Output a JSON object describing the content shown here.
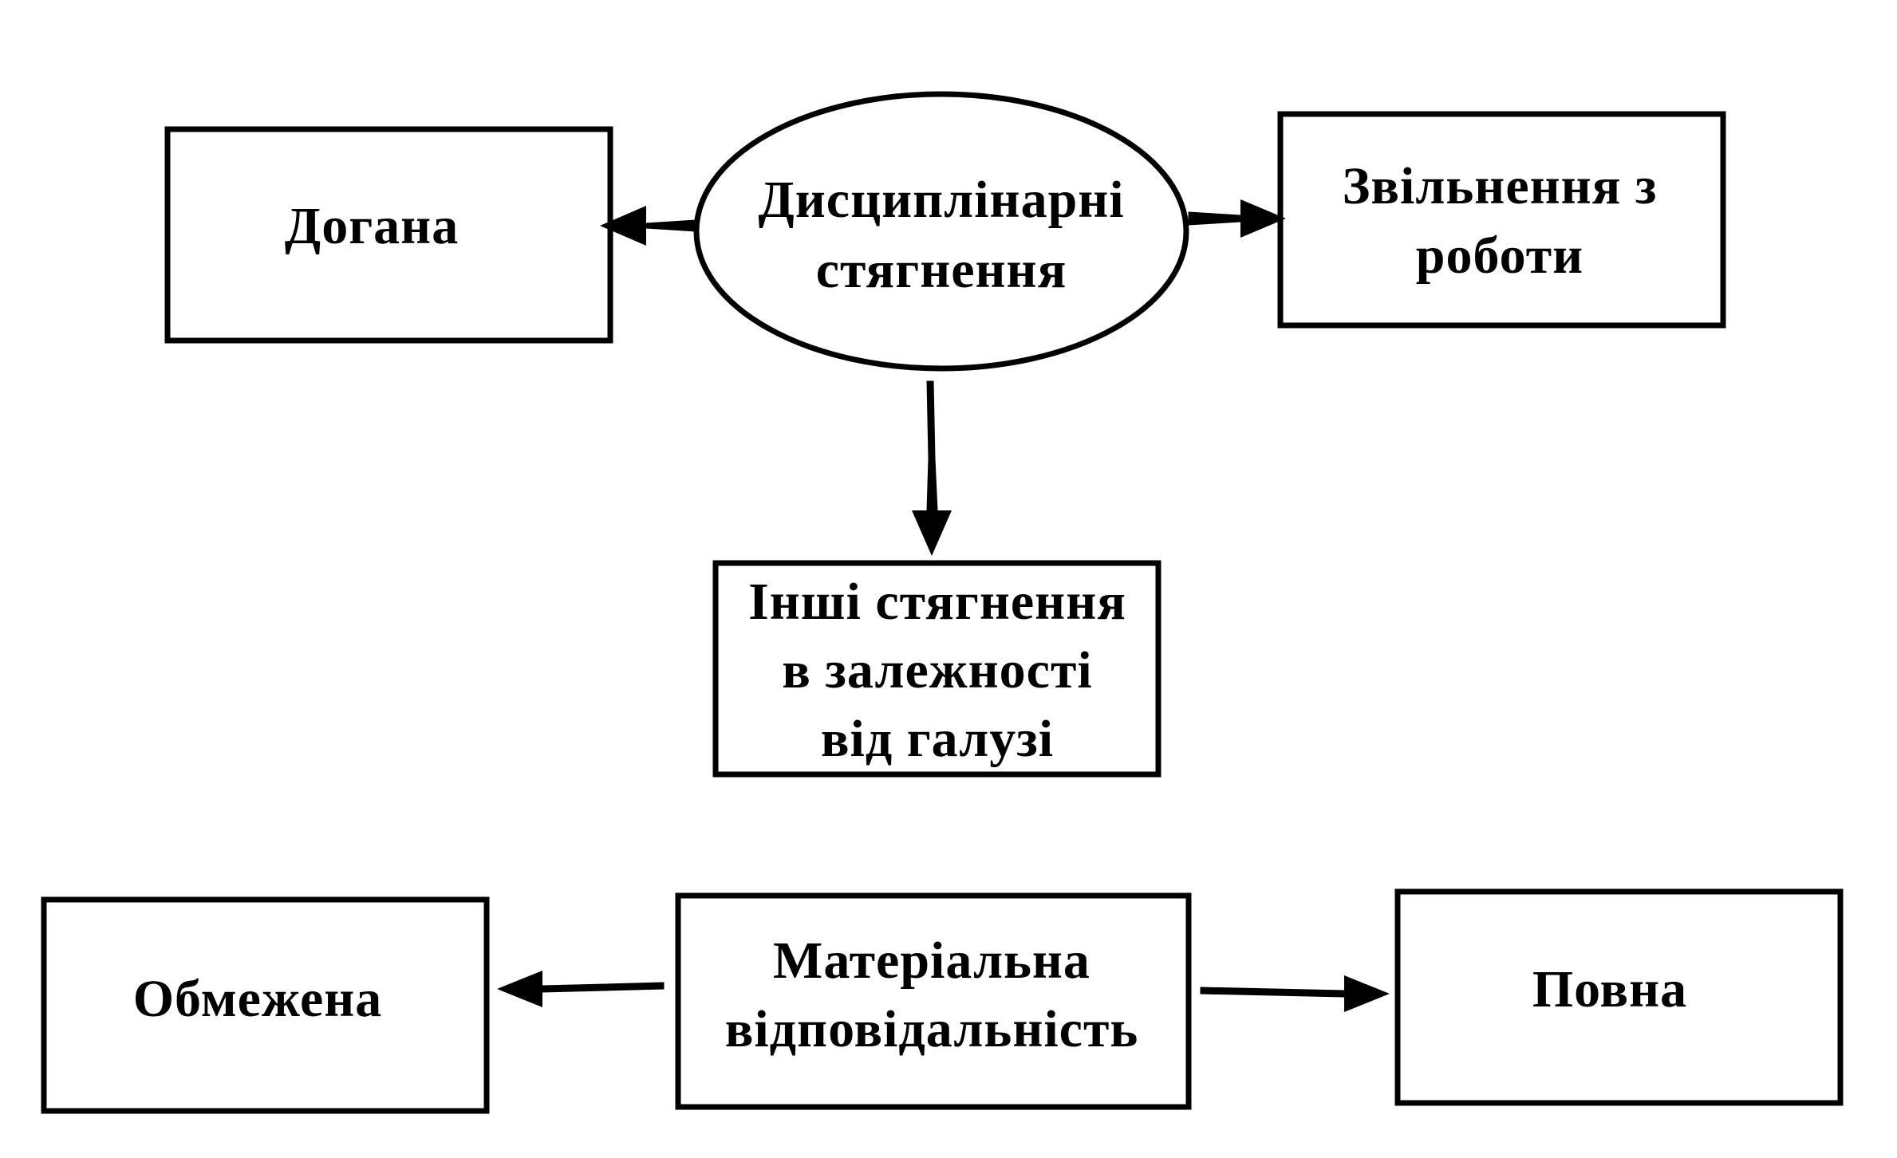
{
  "diagram": {
    "center_top": {
      "line1": "Дисциплінарні",
      "line2": "стягнення"
    },
    "left_top": {
      "label": "Догана"
    },
    "right_top": {
      "line1": "Звільнення з",
      "line2": "роботи"
    },
    "bottom_middle": {
      "line1": "Інші стягнення",
      "line2": "в залежності",
      "line3": "від галузі"
    },
    "center_bottom": {
      "line1": "Матеріальна",
      "line2": "відповідальність"
    },
    "left_bottom": {
      "label": "Обмежена"
    },
    "right_bottom": {
      "label": "Повна"
    }
  },
  "colors": {
    "stroke": "#000000",
    "background": "#ffffff"
  }
}
